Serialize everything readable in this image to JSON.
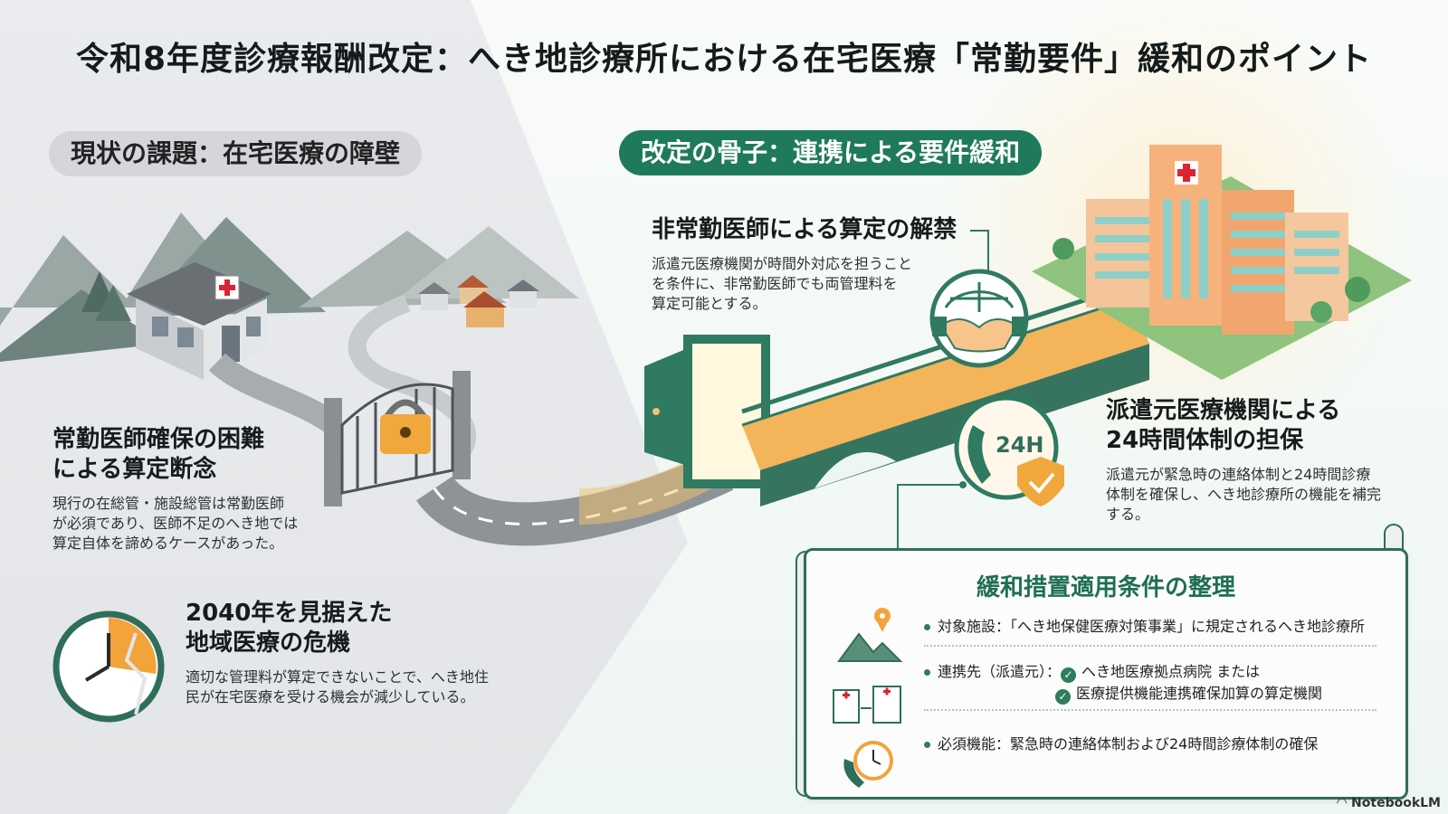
{
  "title": "令和8年度診療報酬改定：へき地診療所における在宅医療「常勤要件」緩和のポイント",
  "left": {
    "section_label": "現状の課題：在宅医療の障壁",
    "issue1": {
      "heading_line1": "常勤医師確保の困難",
      "heading_line2": "による算定断念",
      "body_line1": "現行の在総管・施設総管は常勤医師",
      "body_line2": "が必須であり、医師不足のへき地では",
      "body_line3": "算定自体を諦めるケースがあった。"
    },
    "issue2": {
      "heading_line1": "2040年を見据えた",
      "heading_line2": "地域医療の危機",
      "body_line1": "適切な管理料が算定できないことで、へき地住",
      "body_line2": "民が在宅医療を受ける機会が減少している。"
    }
  },
  "right": {
    "section_label": "改定の骨子：連携による要件緩和",
    "point1": {
      "heading": "非常勤医師による算定の解禁",
      "body_line1": "派遣元医療機関が時間外対応を担うこと",
      "body_line2": "を条件に、非常勤医師でも両管理料を",
      "body_line3": "算定可能とする。"
    },
    "point2": {
      "heading_line1": "派遣元医療機関による",
      "heading_line2": "24時間体制の担保",
      "body_line1": "派遣元が緊急時の連絡体制と24時間診療",
      "body_line2": "体制を確保し、へき地診療所の機能を補完",
      "body_line3": "する。",
      "badge": "24H"
    }
  },
  "panel": {
    "title": "緩和措置適用条件の整理",
    "row1": "対象施設：「へき地保健医療対策事業」に規定されるへき地診療所",
    "row2_label": "連携先（派遣元）：",
    "row2_opt1": "へき地医療拠点病院 または",
    "row2_opt2": "医療提供機能連携確保加算の算定機関",
    "row3": "必須機能：緊急時の連絡体制および24時間診療体制の確保"
  },
  "brand": "NotebookLM",
  "colors": {
    "accent": "#1f7a5c",
    "accent_dark": "#2f6e5a",
    "orange": "#f2a33a"
  }
}
